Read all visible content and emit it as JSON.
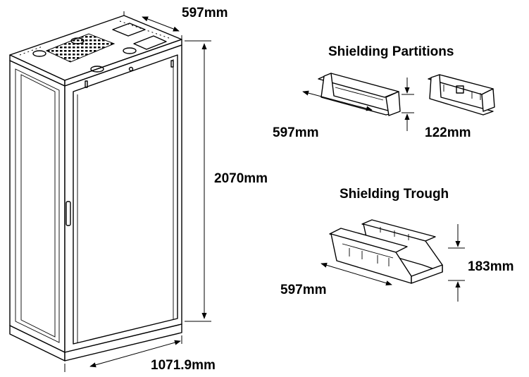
{
  "cabinet": {
    "width": "597mm",
    "height": "2070mm",
    "depth": "1071.9mm"
  },
  "partitions": {
    "title": "Shielding Partitions",
    "length": "597mm",
    "height": "122mm"
  },
  "trough": {
    "title": "Shielding Trough",
    "length": "597mm",
    "height": "183mm"
  }
}
